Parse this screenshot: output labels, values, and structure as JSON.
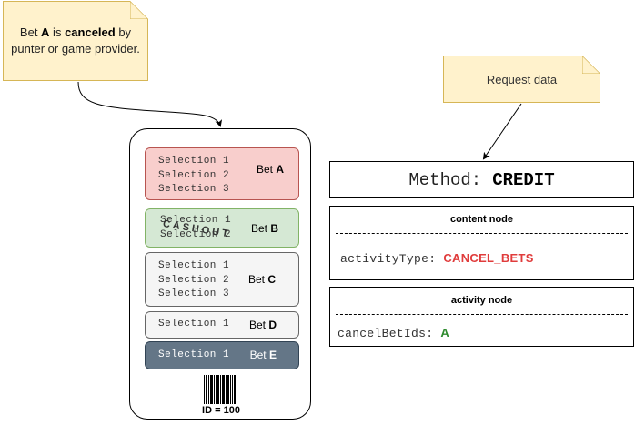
{
  "notes": {
    "cancel_note": {
      "line1_pre": "Bet ",
      "line1_bet": "A",
      "line1_mid": " is ",
      "line1_strong": "canceled",
      "line1_post": " by",
      "line2": "punter or game provider."
    },
    "request_note": {
      "text": "Request data"
    }
  },
  "ticket": {
    "watermark": "CASHOUT",
    "bets": [
      {
        "selections": [
          "Selection 1",
          "Selection 2",
          "Selection 3"
        ],
        "label": "Bet",
        "id": "A",
        "state": "canceled",
        "color": "#f8cecc"
      },
      {
        "selections": [
          "Selection 1",
          "Selection 2"
        ],
        "label": "Bet",
        "id": "B",
        "state": "cashout",
        "color": "#d5e8d4"
      },
      {
        "selections": [
          "Selection 1",
          "Selection 2",
          "Selection 3"
        ],
        "label": "Bet",
        "id": "C",
        "state": "open",
        "color": "#f5f5f5"
      },
      {
        "selections": [
          "Selection 1"
        ],
        "label": "Bet",
        "id": "D",
        "state": "open",
        "color": "#f5f5f5"
      },
      {
        "selections": [
          "Selection 1"
        ],
        "label": "Bet",
        "id": "E",
        "state": "dark",
        "color": "#647687"
      }
    ],
    "barcode_icon": "barcode-icon",
    "id_text": "ID = 100"
  },
  "request": {
    "method_label": "Method:",
    "method_value": "CREDIT",
    "content_node": {
      "title": "content node",
      "key": "activityType:",
      "value": "CANCEL_BETS",
      "value_color": "#e03c3c"
    },
    "activity_node": {
      "title": "activity node",
      "key": "cancelBetIds:",
      "value": "A",
      "value_color": "#2e8b2e"
    }
  }
}
